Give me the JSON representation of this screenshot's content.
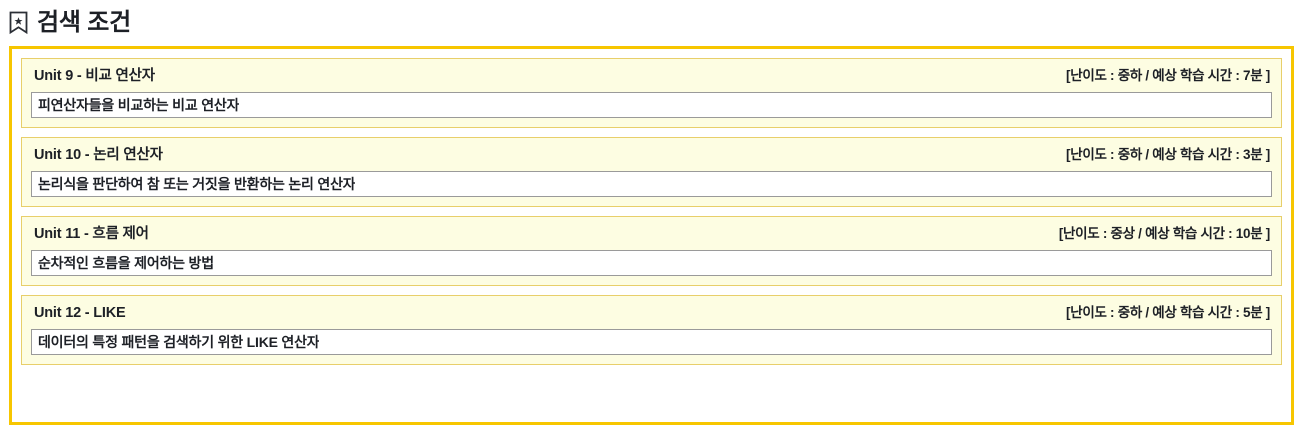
{
  "header": {
    "icon": "bookmark-star-icon",
    "title": "검색 조건"
  },
  "colors": {
    "panel_border": "#f7c600",
    "card_border": "#e8cf6a",
    "card_background": "#fdfde2",
    "input_background": "#ffffff",
    "input_border": "#9a9a9a",
    "text": "#1d2026"
  },
  "criteria_panel": {
    "units": [
      {
        "title": "Unit 9 - 비교 연산자",
        "meta": "[난이도 : 중하 / 예상 학습 시간 : 7분 ]",
        "difficulty": "중하",
        "estimated_time": "7분",
        "description": "피연산자들을 비교하는 비교 연산자"
      },
      {
        "title": "Unit 10 - 논리 연산자",
        "meta": "[난이도 : 중하 / 예상 학습 시간 : 3분 ]",
        "difficulty": "중하",
        "estimated_time": "3분",
        "description": "논리식을 판단하여 참 또는 거짓을 반환하는 논리 연산자"
      },
      {
        "title": "Unit 11 - 흐름 제어",
        "meta": "[난이도 : 중상 / 예상 학습 시간 : 10분 ]",
        "difficulty": "중상",
        "estimated_time": "10분",
        "description": "순차적인 흐름을 제어하는 방법"
      },
      {
        "title": "Unit 12 - LIKE",
        "meta": "[난이도 : 중하 / 예상 학습 시간 : 5분 ]",
        "difficulty": "중하",
        "estimated_time": "5분",
        "description": "데이터의 특정 패턴을 검색하기 위한 LIKE 연산자"
      }
    ]
  }
}
